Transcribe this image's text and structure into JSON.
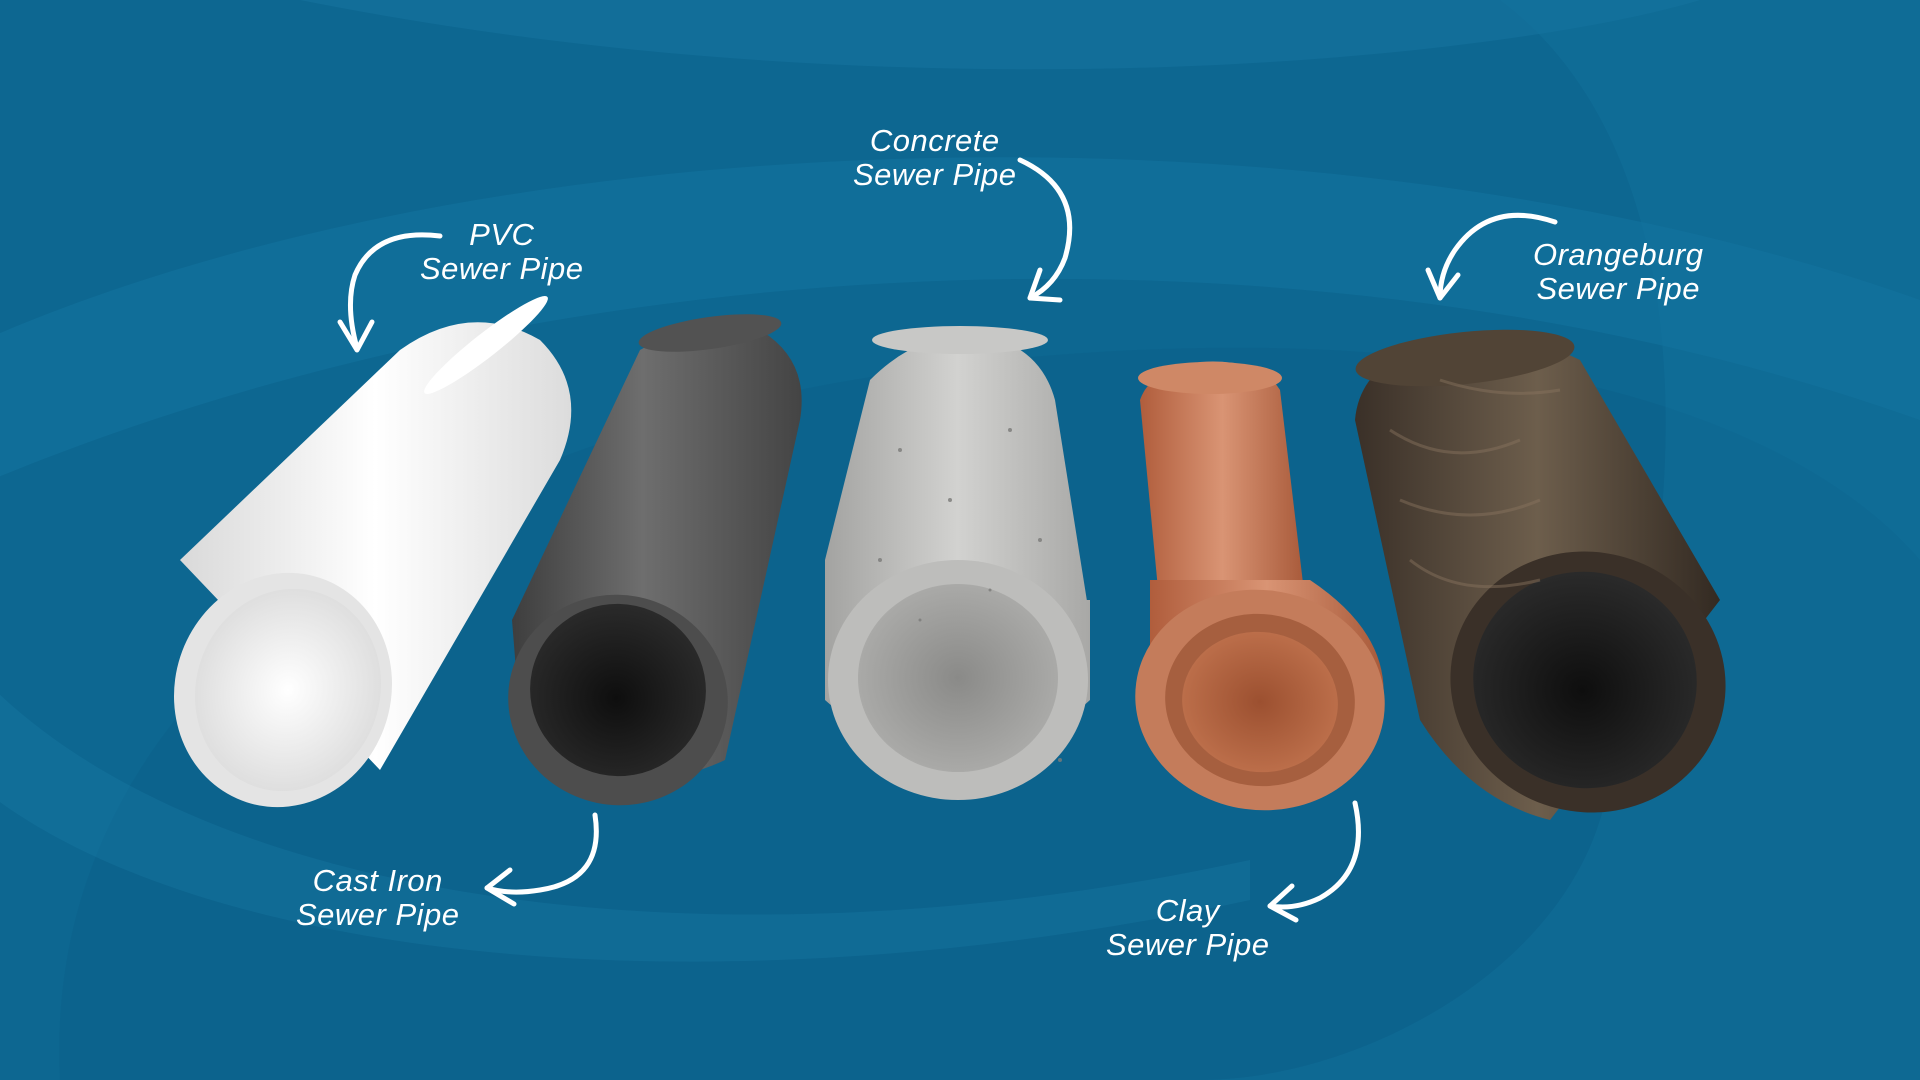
{
  "background": {
    "color": "#0d6791",
    "swirl_color": "#1a78a1"
  },
  "pipes": [
    {
      "id": "pvc",
      "color": "#f2f2f2",
      "label_line1": "PVC",
      "label_line2": "Sewer Pipe"
    },
    {
      "id": "cast-iron",
      "color": "#5a5a5a",
      "label_line1": "Cast Iron",
      "label_line2": "Sewer Pipe"
    },
    {
      "id": "concrete",
      "color": "#b8b8b6",
      "label_line1": "Concrete",
      "label_line2": "Sewer Pipe"
    },
    {
      "id": "clay",
      "color": "#c87a5a",
      "label_line1": "Clay",
      "label_line2": "Sewer Pipe"
    },
    {
      "id": "orangeburg",
      "color": "#4a4036",
      "label_line1": "Orangeburg",
      "label_line2": "Sewer Pipe"
    }
  ]
}
